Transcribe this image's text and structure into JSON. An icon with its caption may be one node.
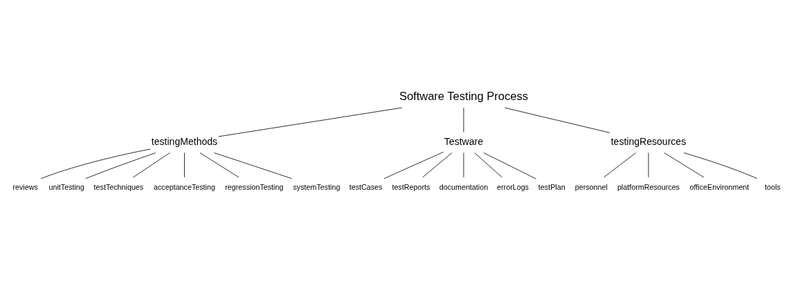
{
  "diagram": {
    "nodes": [
      {
        "text": [
          "Software Testing Process"
        ]
      },
      {
        "text": [
          "testingMethods"
        ]
      },
      {
        "text": [
          "Testware"
        ]
      },
      {
        "text": [
          "testingResources"
        ]
      },
      {
        "text": [
          "reviews"
        ]
      },
      {
        "text": [
          "unitTesting"
        ]
      },
      {
        "text": [
          "testTechniques"
        ]
      },
      {
        "text": [
          "acceptanceTesting"
        ]
      },
      {
        "text": [
          "regressionTesting"
        ]
      },
      {
        "text": [
          "systemTesting"
        ]
      },
      {
        "text": [
          "testCases"
        ]
      },
      {
        "text": [
          "testReports"
        ]
      },
      {
        "text": [
          "documentation"
        ]
      },
      {
        "text": [
          "errorLogs"
        ]
      },
      {
        "text": [
          "testPlan"
        ]
      },
      {
        "text": [
          "personnel"
        ]
      },
      {
        "text": [
          "platformResources"
        ]
      },
      {
        "text": [
          "officeEnvironment"
        ]
      },
      {
        "text": [
          "tools"
        ]
      }
    ],
    "edges": [
      {
        "from": 0,
        "to": 1,
        "arrow": "none"
      },
      {
        "from": 0,
        "to": 2,
        "arrow": "none"
      },
      {
        "from": 0,
        "to": 3,
        "arrow": "none"
      },
      {
        "from": 1,
        "to": 4,
        "arrow": "none"
      },
      {
        "from": 1,
        "to": 5,
        "arrow": "none"
      },
      {
        "from": 1,
        "to": 6,
        "arrow": "none"
      },
      {
        "from": 1,
        "to": 7,
        "arrow": "none"
      },
      {
        "from": 1,
        "to": 8,
        "arrow": "none"
      },
      {
        "from": 1,
        "to": 9,
        "arrow": "none"
      },
      {
        "from": 2,
        "to": 10,
        "arrow": "none"
      },
      {
        "from": 2,
        "to": 11,
        "arrow": "none"
      },
      {
        "from": 2,
        "to": 12,
        "arrow": "none"
      },
      {
        "from": 2,
        "to": 13,
        "arrow": "none"
      },
      {
        "from": 2,
        "to": 14,
        "arrow": "none"
      },
      {
        "from": 3,
        "to": 15,
        "arrow": "none"
      },
      {
        "from": 3,
        "to": 16,
        "arrow": "none"
      },
      {
        "from": 3,
        "to": 17,
        "arrow": "none"
      },
      {
        "from": 3,
        "to": 18,
        "arrow": "none"
      }
    ]
  }
}
